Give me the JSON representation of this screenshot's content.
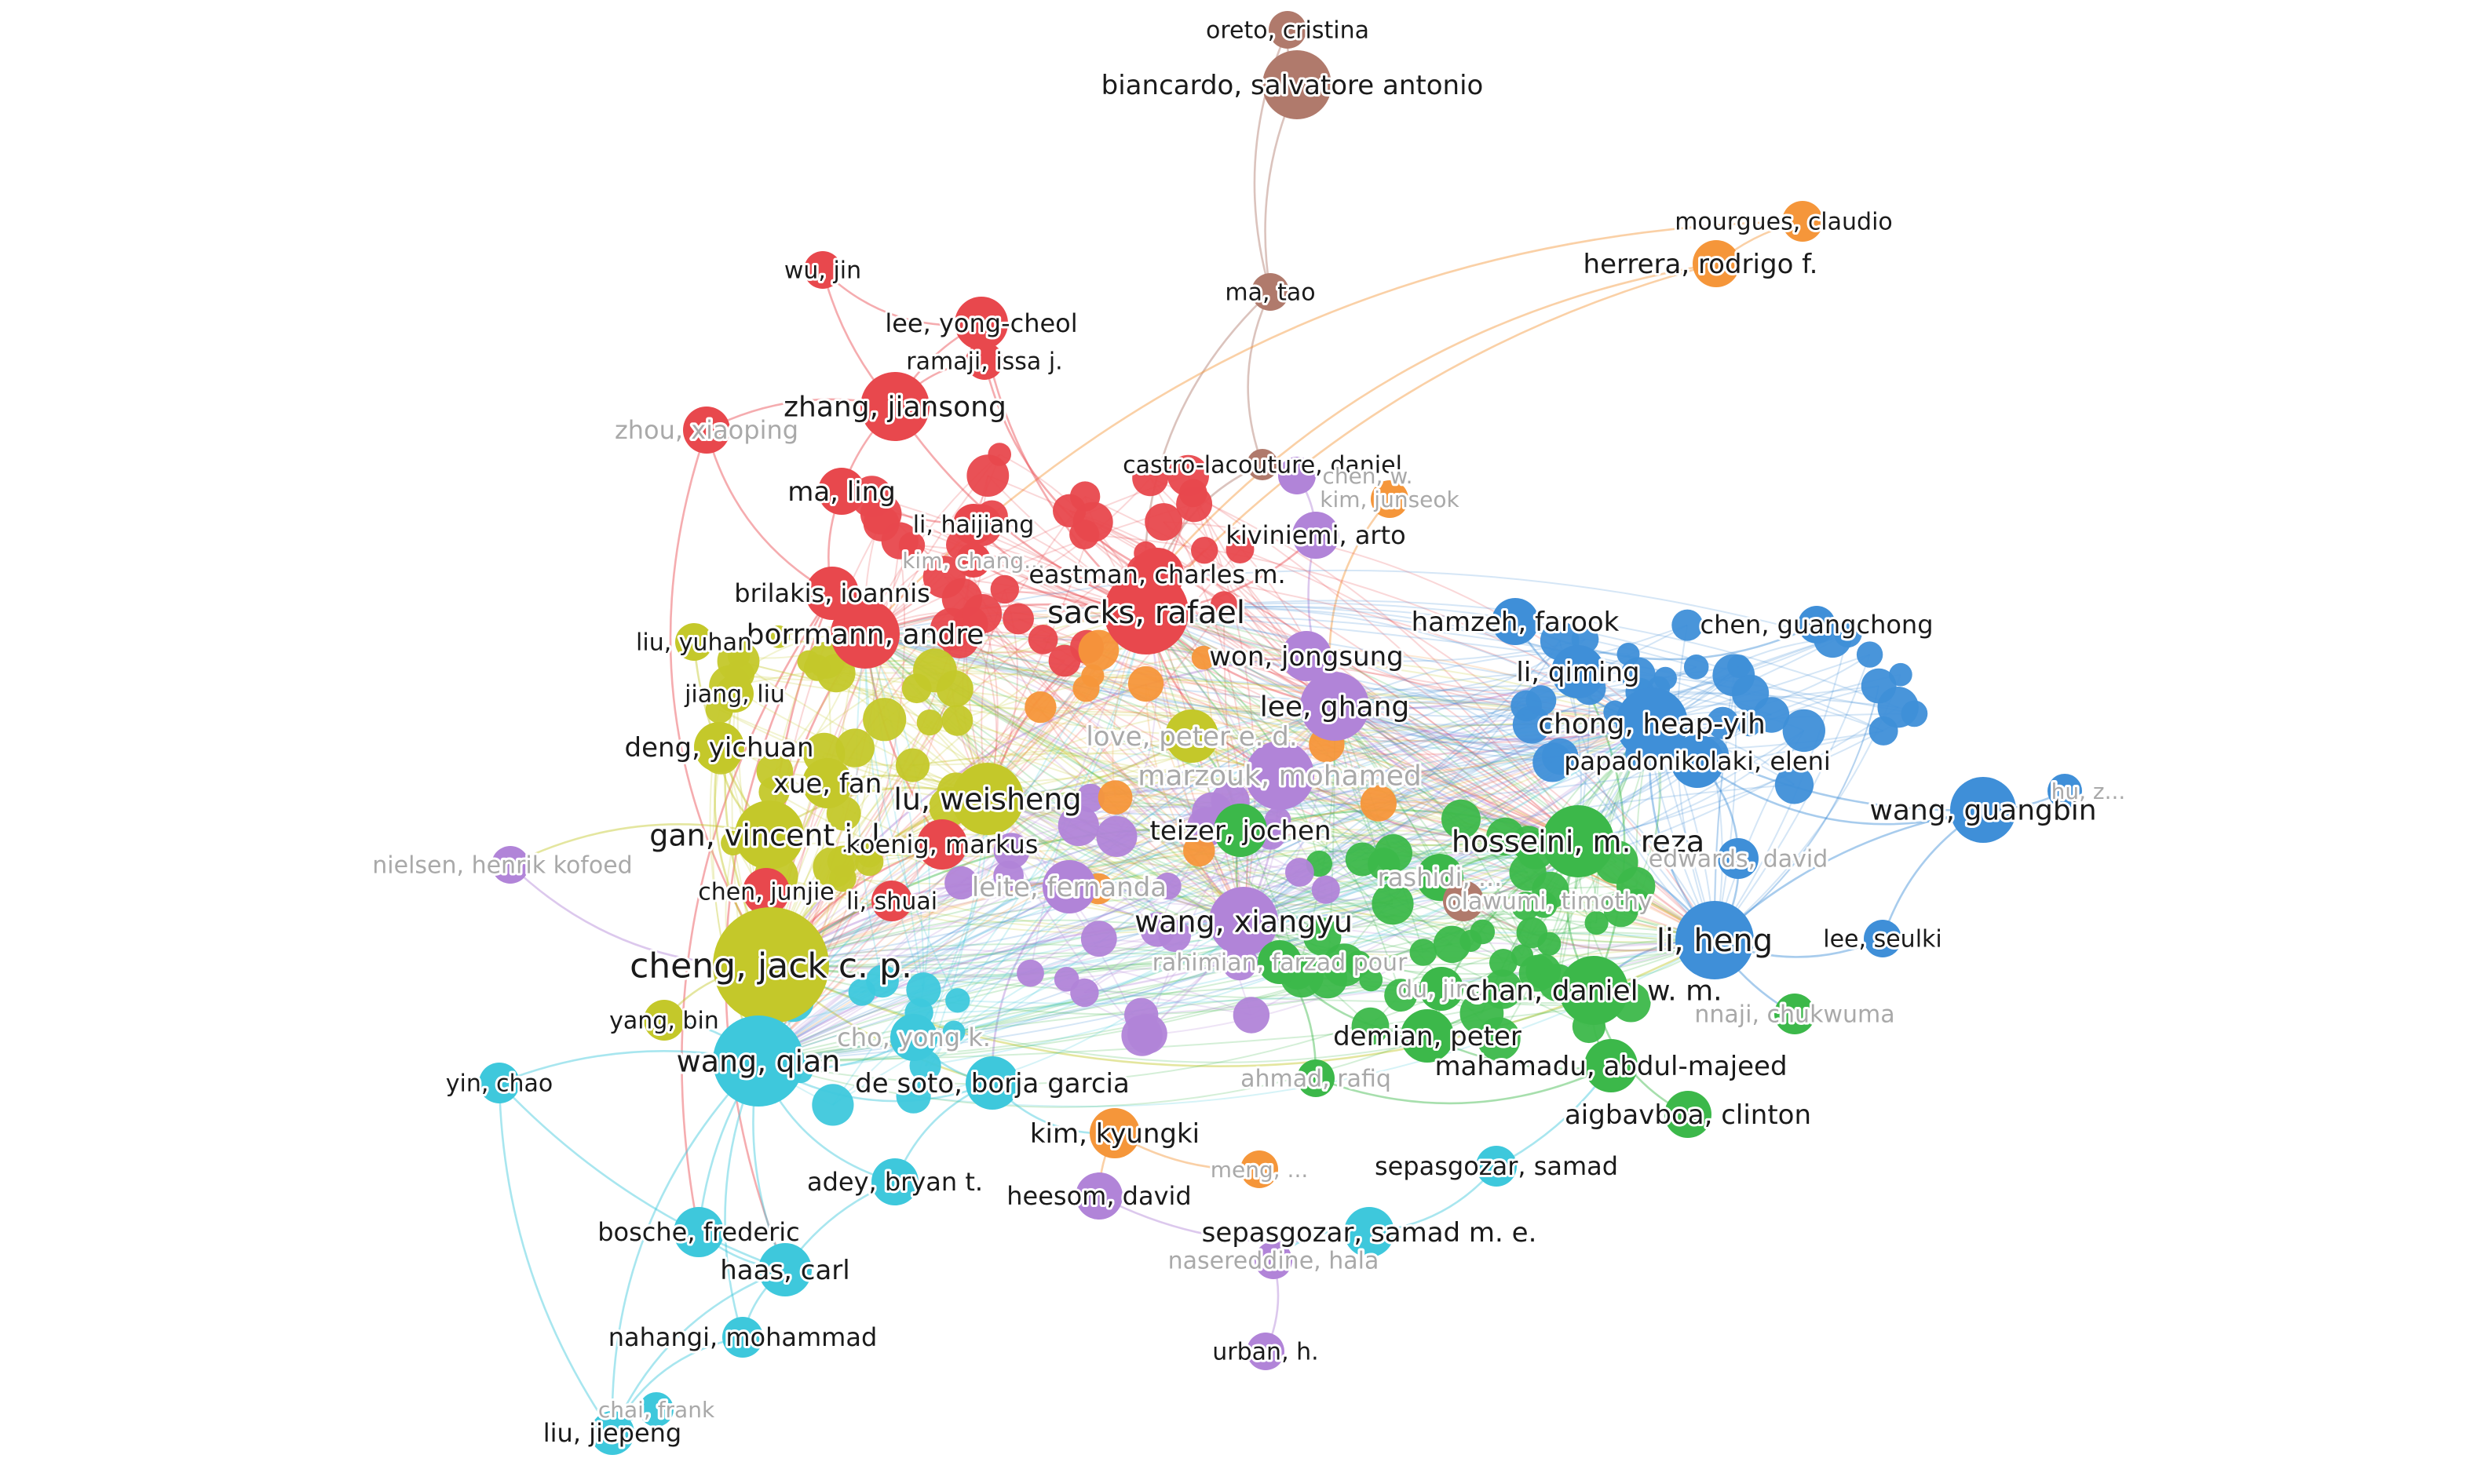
{
  "network": {
    "colors": {
      "red": "#e8484d",
      "yellow": "#c4c82a",
      "green": "#3cb84a",
      "blue": "#3f8fd8",
      "purple": "#b184d8",
      "cyan": "#3ec8dc",
      "orange": "#f5963a",
      "brown": "#b07a6c"
    },
    "nodes": [
      {
        "id": "oreto",
        "label": "oreto, cristina",
        "cluster": "brown",
        "weight": 0.5
      },
      {
        "id": "biancardo",
        "label": "biancardo, salvatore antonio",
        "cluster": "brown",
        "weight": 1.5
      },
      {
        "id": "matao",
        "label": "ma, tao",
        "cluster": "brown",
        "weight": 0.5
      },
      {
        "id": "castro",
        "label": "castro-lacouture, daniel",
        "cluster": "brown",
        "weight": 0.3
      },
      {
        "id": "mourgues",
        "label": "mourgues, claudio",
        "cluster": "orange",
        "weight": 0.6
      },
      {
        "id": "herrera",
        "label": "herrera, rodrigo f.",
        "cluster": "orange",
        "weight": 0.8
      },
      {
        "id": "wujin",
        "label": "wu, jin",
        "cluster": "red",
        "weight": 0.5
      },
      {
        "id": "leeyc",
        "label": "lee, yong-cheol",
        "cluster": "red",
        "weight": 1.0
      },
      {
        "id": "ramaji",
        "label": "ramaji, issa j.",
        "cluster": "red",
        "weight": 0.5
      },
      {
        "id": "zhangj",
        "label": "zhang, jiansong",
        "cluster": "red",
        "weight": 1.5
      },
      {
        "id": "zhoux",
        "label": "zhou, xiaoping",
        "cluster": "red",
        "weight": 0.8,
        "faint": true
      },
      {
        "id": "maling",
        "label": "ma, ling",
        "cluster": "red",
        "weight": 0.8
      },
      {
        "id": "lihai",
        "label": "li, haijiang",
        "cluster": "red",
        "weight": 0.6
      },
      {
        "id": "kimchangh",
        "label": "kim, chang...",
        "cluster": "red",
        "weight": 0.4,
        "faint": true
      },
      {
        "id": "brilakis",
        "label": "brilakis, ioannis",
        "cluster": "red",
        "weight": 1.0
      },
      {
        "id": "eastman",
        "label": "eastman, charles m.",
        "cluster": "red",
        "weight": 1.0
      },
      {
        "id": "sacks",
        "label": "sacks, rafael",
        "cluster": "red",
        "weight": 2.0
      },
      {
        "id": "borrmann",
        "label": "borrmann, andre",
        "cluster": "red",
        "weight": 1.5
      },
      {
        "id": "chenw",
        "label": "chen, w.",
        "cluster": "purple",
        "weight": 0.5,
        "faint": true
      },
      {
        "id": "kimjunseok",
        "label": "kim, junseok",
        "cluster": "orange",
        "weight": 0.5,
        "faint": true
      },
      {
        "id": "kiviniemi",
        "label": "kiviniemi, arto",
        "cluster": "purple",
        "weight": 0.8
      },
      {
        "id": "liuyuhan",
        "label": "liu, yuhan",
        "cluster": "yellow",
        "weight": 0.5
      },
      {
        "id": "jiangliu",
        "label": "jiang, liu",
        "cluster": "yellow",
        "weight": 0.5
      },
      {
        "id": "dengyc",
        "label": "deng, yichuan",
        "cluster": "yellow",
        "weight": 0.9
      },
      {
        "id": "xuefan",
        "label": "xue, fan",
        "cluster": "yellow",
        "weight": 0.9
      },
      {
        "id": "luws",
        "label": "lu, weisheng",
        "cluster": "yellow",
        "weight": 1.6
      },
      {
        "id": "hamzeh",
        "label": "hamzeh, farook",
        "cluster": "blue",
        "weight": 0.8
      },
      {
        "id": "chenguang",
        "label": "chen, guangchong",
        "cluster": "blue",
        "weight": 0.5
      },
      {
        "id": "wonjs",
        "label": "won, jongsung",
        "cluster": "purple",
        "weight": 0.9
      },
      {
        "id": "leeghang",
        "label": "lee, ghang",
        "cluster": "purple",
        "weight": 1.5
      },
      {
        "id": "liqiming",
        "label": "li, qiming",
        "cluster": "blue",
        "weight": 1.0
      },
      {
        "id": "chonghy",
        "label": "chong, heap-yih",
        "cluster": "blue",
        "weight": 1.6
      },
      {
        "id": "lovepe",
        "label": "love, peter e. d.",
        "cluster": "yellow",
        "weight": 1.0,
        "faint": true
      },
      {
        "id": "marzouk",
        "label": "marzouk, mohamed",
        "cluster": "purple",
        "weight": 1.5,
        "faint": true
      },
      {
        "id": "papadon",
        "label": "papadonikolaki, eleni",
        "cluster": "blue",
        "weight": 1.0
      },
      {
        "id": "wangguang",
        "label": "wang, guangbin",
        "cluster": "blue",
        "weight": 1.4
      },
      {
        "id": "hudc",
        "label": "hu, z...",
        "cluster": "blue",
        "weight": 0.4,
        "faint": true
      },
      {
        "id": "ganvj",
        "label": "gan, vincent j. l.",
        "cluster": "yellow",
        "weight": 1.5
      },
      {
        "id": "teizer",
        "label": "teizer, jochen",
        "cluster": "green",
        "weight": 1.0
      },
      {
        "id": "hosseini",
        "label": "hosseini, m. reza",
        "cluster": "green",
        "weight": 1.6
      },
      {
        "id": "koenig",
        "label": "koenig, markus",
        "cluster": "red",
        "weight": 0.9
      },
      {
        "id": "nielsen",
        "label": "nielsen, henrik kofoed",
        "cluster": "purple",
        "weight": 0.5,
        "faint": true
      },
      {
        "id": "chenjunjie",
        "label": "chen, junjie",
        "cluster": "red",
        "weight": 0.8
      },
      {
        "id": "lishuai",
        "label": "li, shuai",
        "cluster": "red",
        "weight": 0.6
      },
      {
        "id": "leite",
        "label": "leite, fernanda",
        "cluster": "purple",
        "weight": 1.0,
        "faint": true
      },
      {
        "id": "wangxy",
        "label": "wang, xiangyu",
        "cluster": "purple",
        "weight": 1.5
      },
      {
        "id": "rashidi",
        "label": "rashidi, ...",
        "cluster": "green",
        "weight": 0.8,
        "faint": true
      },
      {
        "id": "bimodu",
        "label": "olawumi, timothy",
        "cluster": "brown",
        "weight": 0.6,
        "faint": true
      },
      {
        "id": "edwardsd",
        "label": "edwards, david",
        "cluster": "blue",
        "weight": 0.6,
        "faint": true
      },
      {
        "id": "chengjcp",
        "label": "cheng, jack c. p.",
        "cluster": "yellow",
        "weight": 3.0
      },
      {
        "id": "liheng",
        "label": "li, heng",
        "cluster": "blue",
        "weight": 1.8
      },
      {
        "id": "leeseulki",
        "label": "lee, seulki",
        "cluster": "blue",
        "weight": 0.5
      },
      {
        "id": "rahimian",
        "label": "rahimian, farzad pour",
        "cluster": "green",
        "weight": 0.7,
        "faint": true
      },
      {
        "id": "dujing",
        "label": "du, jing",
        "cluster": "green",
        "weight": 0.7,
        "faint": true
      },
      {
        "id": "chandwm",
        "label": "chan, daniel w. m.",
        "cluster": "green",
        "weight": 1.5
      },
      {
        "id": "nnaji",
        "label": "nnaji, chukwuma",
        "cluster": "green",
        "weight": 0.6,
        "faint": true
      },
      {
        "id": "yangbin",
        "label": "yang, bin",
        "cluster": "yellow",
        "weight": 0.6
      },
      {
        "id": "choyk",
        "label": "cho, yong k.",
        "cluster": "cyan",
        "weight": 0.8,
        "faint": true
      },
      {
        "id": "demian",
        "label": "demian, peter",
        "cluster": "green",
        "weight": 1.0
      },
      {
        "id": "wangqian",
        "label": "wang, qian",
        "cluster": "cyan",
        "weight": 2.2
      },
      {
        "id": "yinchao",
        "label": "yin, chao",
        "cluster": "cyan",
        "weight": 0.6
      },
      {
        "id": "desoto",
        "label": "de soto, borja garcia",
        "cluster": "cyan",
        "weight": 1.0
      },
      {
        "id": "ahmad",
        "label": "ahmad, rafiq",
        "cluster": "green",
        "weight": 0.5,
        "faint": true
      },
      {
        "id": "mahamadu",
        "label": "mahamadu, abdul-majeed",
        "cluster": "green",
        "weight": 1.0
      },
      {
        "id": "aigbavboa",
        "label": "aigbavboa, clinton",
        "cluster": "green",
        "weight": 0.8
      },
      {
        "id": "kimkyungki",
        "label": "kim, kyungki",
        "cluster": "orange",
        "weight": 0.9
      },
      {
        "id": "sepasgozar",
        "label": "sepasgozar, samad",
        "cluster": "cyan",
        "weight": 0.6
      },
      {
        "id": "adey",
        "label": "adey, bryan t.",
        "cluster": "cyan",
        "weight": 0.8
      },
      {
        "id": "heesom",
        "label": "heesom, david",
        "cluster": "purple",
        "weight": 0.8
      },
      {
        "id": "meng",
        "label": "meng, ...",
        "cluster": "orange",
        "weight": 0.5,
        "faint": true
      },
      {
        "id": "sepasgozarme",
        "label": "sepasgozar, samad m. e.",
        "cluster": "cyan",
        "weight": 0.9
      },
      {
        "id": "bosche",
        "label": "bosche, frederic",
        "cluster": "cyan",
        "weight": 0.9
      },
      {
        "id": "haas",
        "label": "haas, carl",
        "cluster": "cyan",
        "weight": 1.0
      },
      {
        "id": "nasser",
        "label": "nasereddine, hala",
        "cluster": "purple",
        "weight": 0.5,
        "faint": true
      },
      {
        "id": "nahangi",
        "label": "nahangi, mohammad",
        "cluster": "cyan",
        "weight": 0.6
      },
      {
        "id": "urban",
        "label": "urban, h.",
        "cluster": "purple",
        "weight": 0.5
      },
      {
        "id": "chaif",
        "label": "chai, frank",
        "cluster": "cyan",
        "weight": 0.4,
        "faint": true
      },
      {
        "id": "liujiepeng",
        "label": "liu, jiepeng",
        "cluster": "cyan",
        "weight": 0.7
      }
    ],
    "edges": [
      [
        "oreto",
        "biancardo"
      ],
      [
        "biancardo",
        "matao"
      ],
      [
        "oreto",
        "matao"
      ],
      [
        "matao",
        "castro"
      ],
      [
        "matao",
        "sacks"
      ],
      [
        "mourgues",
        "herrera"
      ],
      [
        "herrera",
        "sacks"
      ],
      [
        "herrera",
        "eastman"
      ],
      [
        "mourgues",
        "borrmann"
      ],
      [
        "wujin",
        "leeyc"
      ],
      [
        "wujin",
        "zhangj"
      ],
      [
        "leeyc",
        "zhangj"
      ],
      [
        "leeyc",
        "sacks"
      ],
      [
        "ramaji",
        "zhangj"
      ],
      [
        "ramaji",
        "eastman"
      ],
      [
        "zhangj",
        "maling"
      ],
      [
        "zhangj",
        "sacks"
      ],
      [
        "zhangj",
        "zhoux"
      ],
      [
        "zhoux",
        "brilakis"
      ],
      [
        "zhoux",
        "chengjcp"
      ],
      [
        "maling",
        "lihai"
      ],
      [
        "maling",
        "brilakis"
      ],
      [
        "lihai",
        "sacks"
      ],
      [
        "castro",
        "eastman"
      ],
      [
        "eastman",
        "sacks"
      ],
      [
        "sacks",
        "borrmann"
      ],
      [
        "sacks",
        "leeghang"
      ],
      [
        "sacks",
        "kiviniemi"
      ],
      [
        "sacks",
        "luws"
      ],
      [
        "sacks",
        "marzouk"
      ],
      [
        "borrmann",
        "koenig"
      ],
      [
        "borrmann",
        "brilakis"
      ],
      [
        "borrmann",
        "chengjcp"
      ],
      [
        "brilakis",
        "bosche"
      ],
      [
        "brilakis",
        "haas"
      ],
      [
        "brilakis",
        "chengjcp"
      ],
      [
        "kiviniemi",
        "chenw"
      ],
      [
        "kiviniemi",
        "leeghang"
      ],
      [
        "wonjs",
        "leeghang"
      ],
      [
        "wonjs",
        "chengjcp"
      ],
      [
        "leeghang",
        "liqiming"
      ],
      [
        "leeghang",
        "chonghy"
      ],
      [
        "leeghang",
        "hosseini"
      ],
      [
        "hamzeh",
        "chonghy"
      ],
      [
        "hamzeh",
        "chenguang"
      ],
      [
        "liqiming",
        "chonghy"
      ],
      [
        "chonghy",
        "wangguang"
      ],
      [
        "chonghy",
        "papadon"
      ],
      [
        "chonghy",
        "liheng"
      ],
      [
        "papadon",
        "wangguang"
      ],
      [
        "wangguang",
        "hudc"
      ],
      [
        "wangguang",
        "liheng"
      ],
      [
        "wangguang",
        "leeseulki"
      ],
      [
        "liheng",
        "leeseulki"
      ],
      [
        "liheng",
        "chandwm"
      ],
      [
        "liheng",
        "nnaji"
      ],
      [
        "liheng",
        "hosseini"
      ],
      [
        "liheng",
        "edwardsd"
      ],
      [
        "edwardsd",
        "papadon"
      ],
      [
        "hosseini",
        "chandwm"
      ],
      [
        "hosseini",
        "rashidi"
      ],
      [
        "hosseini",
        "teizer"
      ],
      [
        "hosseini",
        "demian"
      ],
      [
        "chandwm",
        "mahamadu"
      ],
      [
        "chandwm",
        "aigbavboa"
      ],
      [
        "chandwm",
        "demian"
      ],
      [
        "demian",
        "mahamadu"
      ],
      [
        "demian",
        "dujing"
      ],
      [
        "rahimian",
        "demian"
      ],
      [
        "rahimian",
        "wangxy"
      ],
      [
        "teizer",
        "wangxy"
      ],
      [
        "teizer",
        "lovepe"
      ],
      [
        "luws",
        "xuefan"
      ],
      [
        "luws",
        "chengjcp"
      ],
      [
        "luws",
        "ganvj"
      ],
      [
        "luws",
        "lovepe"
      ],
      [
        "liuyuhan",
        "ganvj"
      ],
      [
        "jiangliu",
        "chengjcp"
      ],
      [
        "dengyc",
        "chengjcp"
      ],
      [
        "dengyc",
        "ganvj"
      ],
      [
        "xuefan",
        "chengjcp"
      ],
      [
        "ganvj",
        "chengjcp"
      ],
      [
        "ganvj",
        "nielsen"
      ],
      [
        "nielsen",
        "chengjcp"
      ],
      [
        "chenjunjie",
        "chengjcp"
      ],
      [
        "lishuai",
        "chengjcp"
      ],
      [
        "koenig",
        "chengjcp"
      ],
      [
        "leite",
        "wangxy"
      ],
      [
        "leite",
        "chengjcp"
      ],
      [
        "wangxy",
        "chengjcp"
      ],
      [
        "wangxy",
        "marzouk"
      ],
      [
        "wangxy",
        "wangqian"
      ],
      [
        "chengjcp",
        "wangqian"
      ],
      [
        "chengjcp",
        "yangbin"
      ],
      [
        "chengjcp",
        "liheng"
      ],
      [
        "chengjcp",
        "desoto"
      ],
      [
        "wangqian",
        "yinchao"
      ],
      [
        "wangqian",
        "yangbin"
      ],
      [
        "wangqian",
        "choyk"
      ],
      [
        "wangqian",
        "adey"
      ],
      [
        "wangqian",
        "bosche"
      ],
      [
        "wangqian",
        "haas"
      ],
      [
        "wangqian",
        "nahangi"
      ],
      [
        "wangqian",
        "liujiepeng"
      ],
      [
        "wangqian",
        "desoto"
      ],
      [
        "yinchao",
        "haas"
      ],
      [
        "yinchao",
        "liujiepeng"
      ],
      [
        "choyk",
        "desoto"
      ],
      [
        "desoto",
        "adey"
      ],
      [
        "desoto",
        "kimkyungki"
      ],
      [
        "kimkyungki",
        "heesom"
      ],
      [
        "kimkyungki",
        "meng"
      ],
      [
        "heesom",
        "sepasgozarme"
      ],
      [
        "sepasgozarme",
        "sepasgozar"
      ],
      [
        "sepasgozarme",
        "nasser"
      ],
      [
        "sepasgozar",
        "mahamadu"
      ],
      [
        "bosche",
        "haas"
      ],
      [
        "haas",
        "nahangi"
      ],
      [
        "haas",
        "liujiepeng"
      ],
      [
        "nahangi",
        "liujiepeng"
      ],
      [
        "chaif",
        "liujiepeng"
      ],
      [
        "adey",
        "haas"
      ],
      [
        "urban",
        "nasser"
      ],
      [
        "ahmad",
        "mahamadu"
      ],
      [
        "ahmad",
        "wangxy"
      ],
      [
        "lovepe",
        "marzouk"
      ],
      [
        "marzouk",
        "hosseini"
      ],
      [
        "bimodu",
        "hosseini"
      ],
      [
        "bimodu",
        "liheng"
      ],
      [
        "kimjunseok",
        "leeghang"
      ],
      [
        "kimchangh",
        "sacks"
      ],
      [
        "wonjs",
        "hosseini"
      ],
      [
        "teizer",
        "chengjcp"
      ],
      [
        "leite",
        "desoto"
      ],
      [
        "chandwm",
        "liqiming"
      ]
    ]
  }
}
